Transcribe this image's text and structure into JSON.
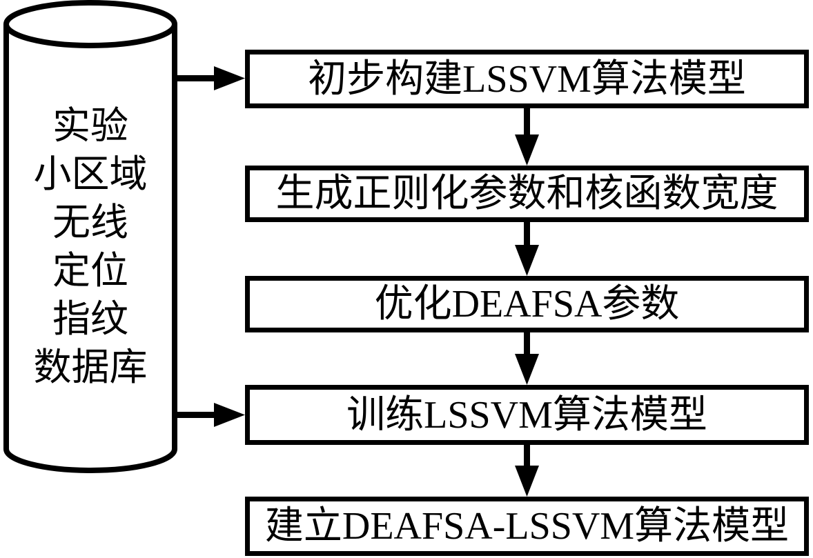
{
  "database": {
    "lines": [
      "实验",
      "小区域",
      "无线",
      "定位",
      "指纹",
      "数据库"
    ]
  },
  "steps": [
    {
      "label": "初步构建LSSVM算法模型"
    },
    {
      "label": "生成正则化参数和核函数宽度"
    },
    {
      "label": "优化DEAFSA参数"
    },
    {
      "label": "训练LSSVM算法模型"
    },
    {
      "label": "建立DEAFSA-LSSVM算法模型"
    }
  ],
  "colors": {
    "stroke": "#000000",
    "background": "#ffffff"
  }
}
